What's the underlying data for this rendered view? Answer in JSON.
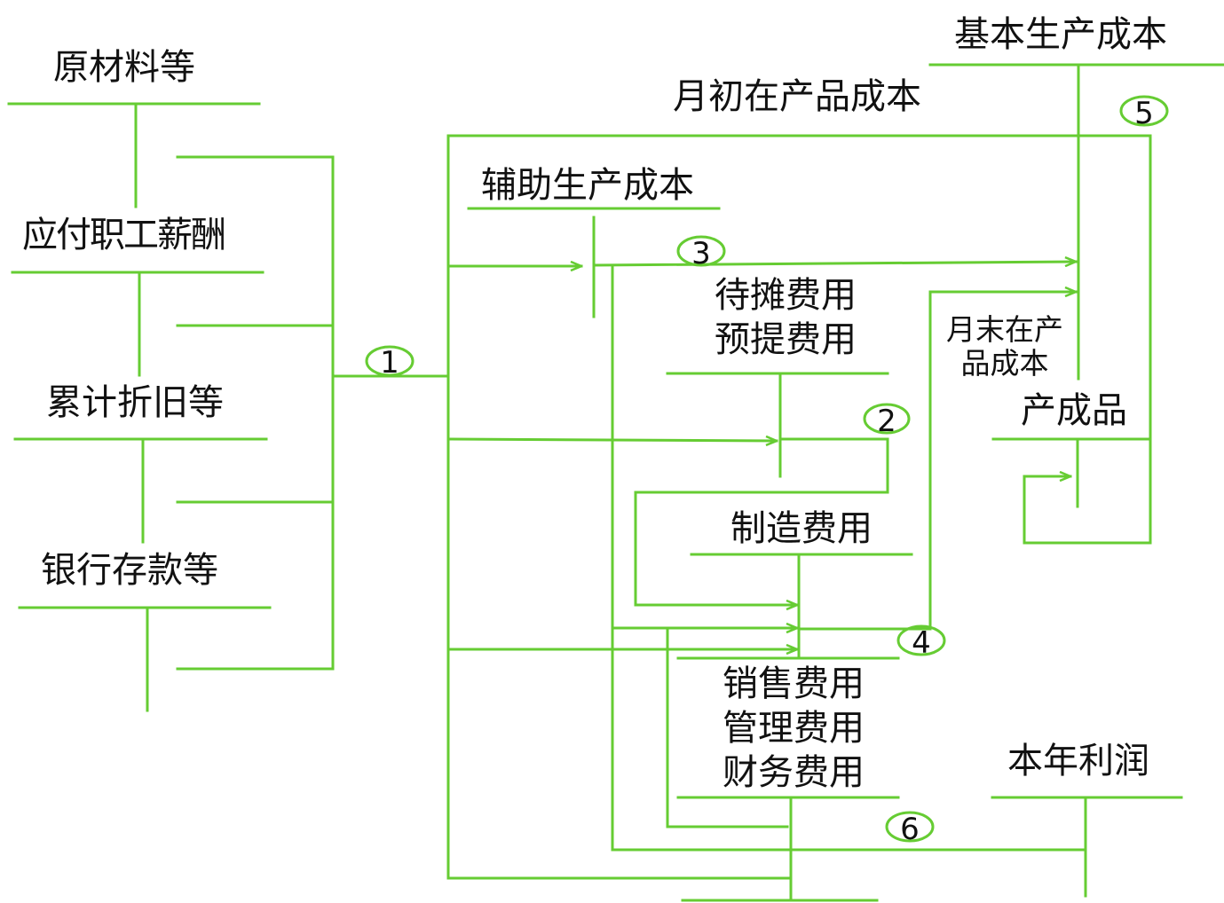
{
  "accounts": {
    "raw_materials": "原材料等",
    "payroll_payable": "应付职工薪酬",
    "accumulated_depreciation": "累计折旧等",
    "bank_deposits": "银行存款等",
    "auxiliary_production_cost": "辅助生产成本",
    "deferred_and_accrued_line1": "待摊费用",
    "deferred_and_accrued_line2": "预提费用",
    "manufacturing_overhead": "制造费用",
    "period_expenses_line1": "销售费用",
    "period_expenses_line2": "管理费用",
    "period_expenses_line3": "财务费用",
    "basic_production_cost": "基本生产成本",
    "opening_wip_cost": "月初在产品成本",
    "closing_wip_cost_line1": "月末在产",
    "closing_wip_cost_line2": "品成本",
    "finished_goods": "产成品",
    "current_year_profit": "本年利润"
  },
  "steps": [
    "1",
    "2",
    "3",
    "4",
    "5",
    "6"
  ],
  "colors": {
    "line": "#66cc33",
    "text": "#111111"
  }
}
